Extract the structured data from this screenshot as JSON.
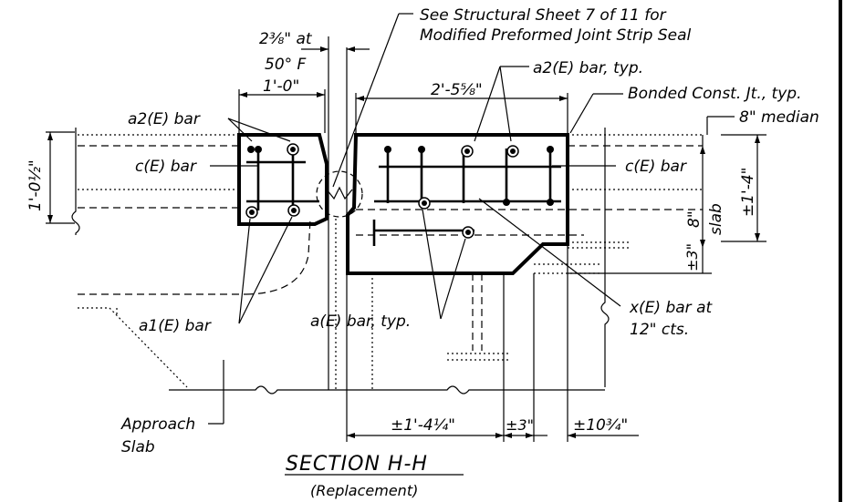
{
  "labels": {
    "see_sheet_1": "See Structural Sheet 7 of 11 for",
    "see_sheet_2": "Modified Preformed Joint Strip Seal",
    "gap_1": "2⅜\" at",
    "gap_2": "50° F",
    "dim_1_0": "1'-0\"",
    "dim_2_5": "2'-5⅝\"",
    "a2_typ": "a2(E) bar, typ.",
    "bonded": "Bonded Const. Jt., typ.",
    "median": "8\" median",
    "a2_bar": "a2(E) bar",
    "c_bar_left": "c(E) bar",
    "c_bar_right": "c(E) bar",
    "dim_1_0_half": "1'-0½\"",
    "dim_1_4": "±1'-4\"",
    "dim_8": "8\"",
    "slab": "slab",
    "dim_3_vert": "±3\"",
    "x_bar_1": "x(E) bar at",
    "x_bar_2": "12\" cts.",
    "a1_bar": "a1(E) bar",
    "a_bar_typ": "a(E) bar, typ.",
    "approach_1": "Approach",
    "approach_2": "Slab",
    "dim_1_4_quarter": "±1'-4¼\"",
    "dim_3_horiz": "±3\"",
    "dim_10": "±10¾\"",
    "title": "SECTION H-H",
    "subtitle": "(Replacement)"
  }
}
